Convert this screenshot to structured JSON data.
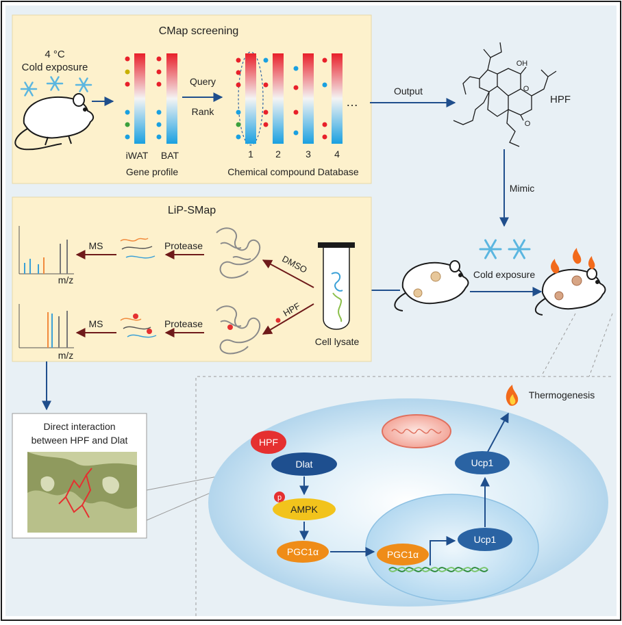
{
  "cmap": {
    "title": "CMap  screening",
    "temp": "4  °C",
    "cold_exposure": "Cold exposure",
    "col_iwat": "iWAT",
    "col_bat": "BAT",
    "gene_profile": "Gene profile",
    "query": "Query",
    "rank": "Rank",
    "db_numbers": [
      "1",
      "2",
      "3",
      "4"
    ],
    "ellipsis": "…",
    "database": "Chemical compound Database",
    "output": "Output"
  },
  "compound": {
    "name": "HPF",
    "oh": "OH",
    "o1": "O",
    "o2": "O"
  },
  "mimic": "Mimic",
  "cold_exposure_mice": "Cold exposure",
  "lip": {
    "title": "LiP-SMap",
    "ms_top": "MS",
    "ms_bottom": "MS",
    "protease_top": "Protease",
    "protease_bottom": "Protease",
    "mz_top": "m/z",
    "mz_bottom": "m/z",
    "dmso": "DMSO",
    "hpf": "HPF",
    "cell_lysate": "Cell lysate"
  },
  "interaction": {
    "line1": "Direct interaction",
    "line2": "between HPF and Dlat"
  },
  "pathway": {
    "thermogenesis": "Thermogenesis",
    "hpf": "HPF",
    "dlat": "Dlat",
    "p": "p",
    "ampk": "AMPK",
    "pgc1a_cyto": "PGC1α",
    "pgc1a_nuc": "PGC1α",
    "ucp1_top": "Ucp1",
    "ucp1_nuc": "Ucp1"
  },
  "colors": {
    "panel_bg": "#e8f0f5",
    "box_cream": "#fdf1cc",
    "arrow_navy": "#1f4e8c",
    "arrow_dark_red": "#6e1a1a",
    "hpf_red": "#e53030",
    "dlat_navy": "#1e4f8f",
    "ampk_yellow": "#f2c31c",
    "pgc_orange": "#ef8c18",
    "ucp_blue": "#2a63a3"
  }
}
